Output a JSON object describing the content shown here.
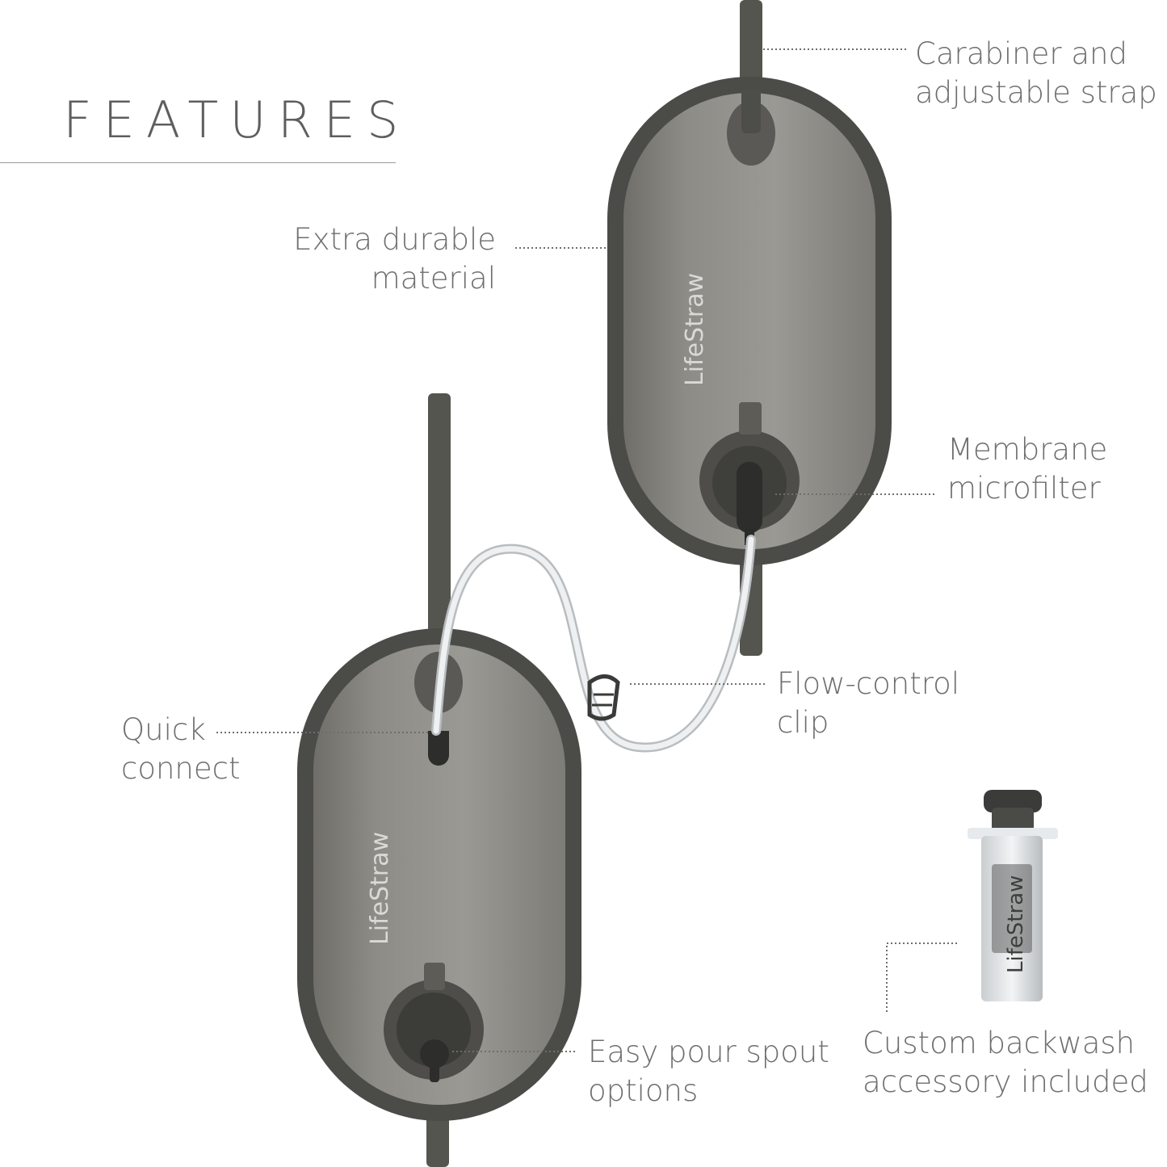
{
  "heading": {
    "title": "FEATURES"
  },
  "features": {
    "carabiner": {
      "line1": "Carabiner and",
      "line2": "adjustable strap"
    },
    "material": {
      "line1": "Extra durable",
      "line2": "material"
    },
    "microfilter": {
      "line1": "Membrane",
      "line2": "microfilter"
    },
    "flow_clip": {
      "line1": "Flow-control",
      "line2": "clip"
    },
    "quick_connect": {
      "line1": "Quick",
      "line2": "connect"
    },
    "pour_spout": {
      "line1": "Easy pour spout",
      "line2": "options"
    },
    "backwash": {
      "line1": "Custom backwash",
      "line2": "accessory included"
    }
  },
  "product": {
    "brand_mark": "LifeStraw"
  },
  "colors": {
    "bag_body": "#8a8984",
    "bag_edge": "#4b4b48",
    "strap": "#55554f",
    "text": "#6e6e6e",
    "tube": "#e8eaea"
  }
}
